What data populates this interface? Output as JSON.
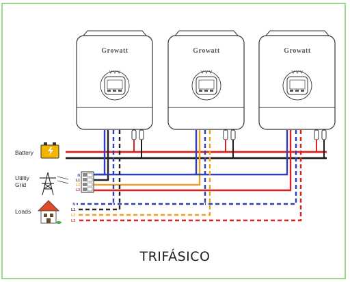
{
  "title": "TRIFÁSICO",
  "labels": {
    "battery": "Battery",
    "utility_grid_line1": "Utility",
    "utility_grid_line2": "Grid",
    "loads": "Loads"
  },
  "breaker_lines": [
    "N",
    "L1",
    "L2",
    "L3"
  ],
  "brand": "Growatt",
  "inverter_count": 3,
  "colors": {
    "frame": "#9bd88f",
    "positive": "#e02020",
    "negative": "#1a1a1a",
    "neutral": "#2d3fb5",
    "l1": "#222222",
    "l2": "#f0a020",
    "l3": "#e02020"
  }
}
